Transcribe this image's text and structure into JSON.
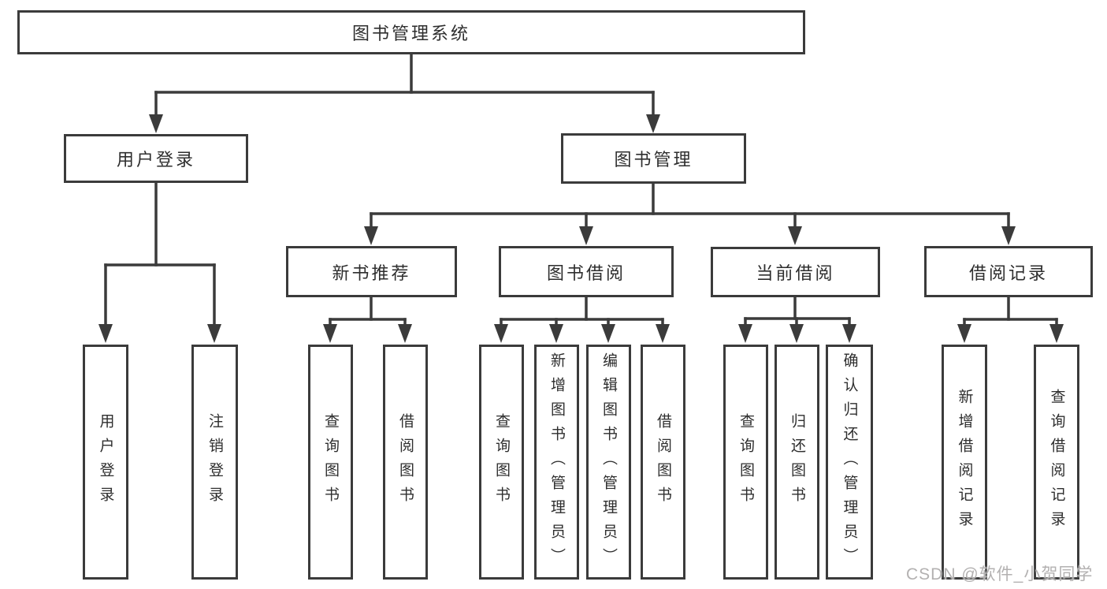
{
  "tree": {
    "root": "图书管理系统",
    "branches": [
      {
        "label": "用户登录",
        "children": [
          "用户登录",
          "注销登录"
        ]
      },
      {
        "label": "图书管理",
        "children": [
          {
            "label": "新书推荐",
            "children": [
              "查询图书",
              "借阅图书"
            ]
          },
          {
            "label": "图书借阅",
            "children": [
              "查询图书",
              "新增图书（管理员）",
              "编辑图书（管理员）",
              "借阅图书"
            ]
          },
          {
            "label": "当前借阅",
            "children": [
              "查询图书",
              "归还图书",
              "确认归还（管理员）"
            ]
          },
          {
            "label": "借阅记录",
            "children": [
              "新增借阅记录",
              "查询借阅记录"
            ]
          }
        ]
      }
    ]
  },
  "watermark": "CSDN @软件_小贺同学",
  "colors": {
    "background": "#ffffff",
    "box_border": "#3b3b3b",
    "connector_line": "#3b3b3b",
    "text": "#2e2e2e",
    "watermark": "#b3b1b1"
  }
}
